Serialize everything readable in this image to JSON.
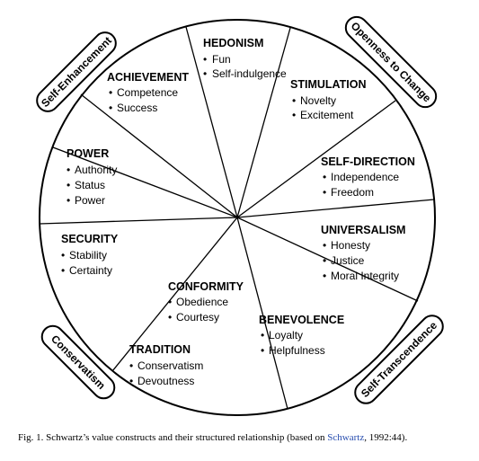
{
  "segments": [
    {
      "title": "HEDONISM",
      "items": [
        "Fun",
        "Self-indulgence"
      ]
    },
    {
      "title": "STIMULATION",
      "items": [
        "Novelty",
        "Excitement"
      ]
    },
    {
      "title": "SELF-DIRECTION",
      "items": [
        "Independence",
        "Freedom"
      ]
    },
    {
      "title": "UNIVERSALISM",
      "items": [
        "Honesty",
        "Justice",
        "Moral Integrity"
      ]
    },
    {
      "title": "BENEVOLENCE",
      "items": [
        "Loyalty",
        "Helpfulness"
      ]
    },
    {
      "title": "CONFORMITY",
      "items": [
        "Obedience",
        "Courtesy"
      ]
    },
    {
      "title": "TRADITION",
      "items": [
        "Conservatism",
        "Devoutness"
      ]
    },
    {
      "title": "SECURITY",
      "items": [
        "Stability",
        "Certainty"
      ]
    },
    {
      "title": "POWER",
      "items": [
        "Authority",
        "Status",
        "Power"
      ]
    },
    {
      "title": "ACHIEVEMENT",
      "items": [
        "Competence",
        "Success"
      ]
    }
  ],
  "dimensions": [
    {
      "label": "Self-Enhancement"
    },
    {
      "label": "Openness to Change"
    },
    {
      "label": "Self-Transcendence"
    },
    {
      "label": "Conservatism"
    }
  ],
  "bullet": "•",
  "caption": {
    "prefix": "Fig. 1.  Schwartz’s value constructs and their structured relationship (based on ",
    "citation": "Schwartz",
    "suffix": ", 1992:44)."
  }
}
